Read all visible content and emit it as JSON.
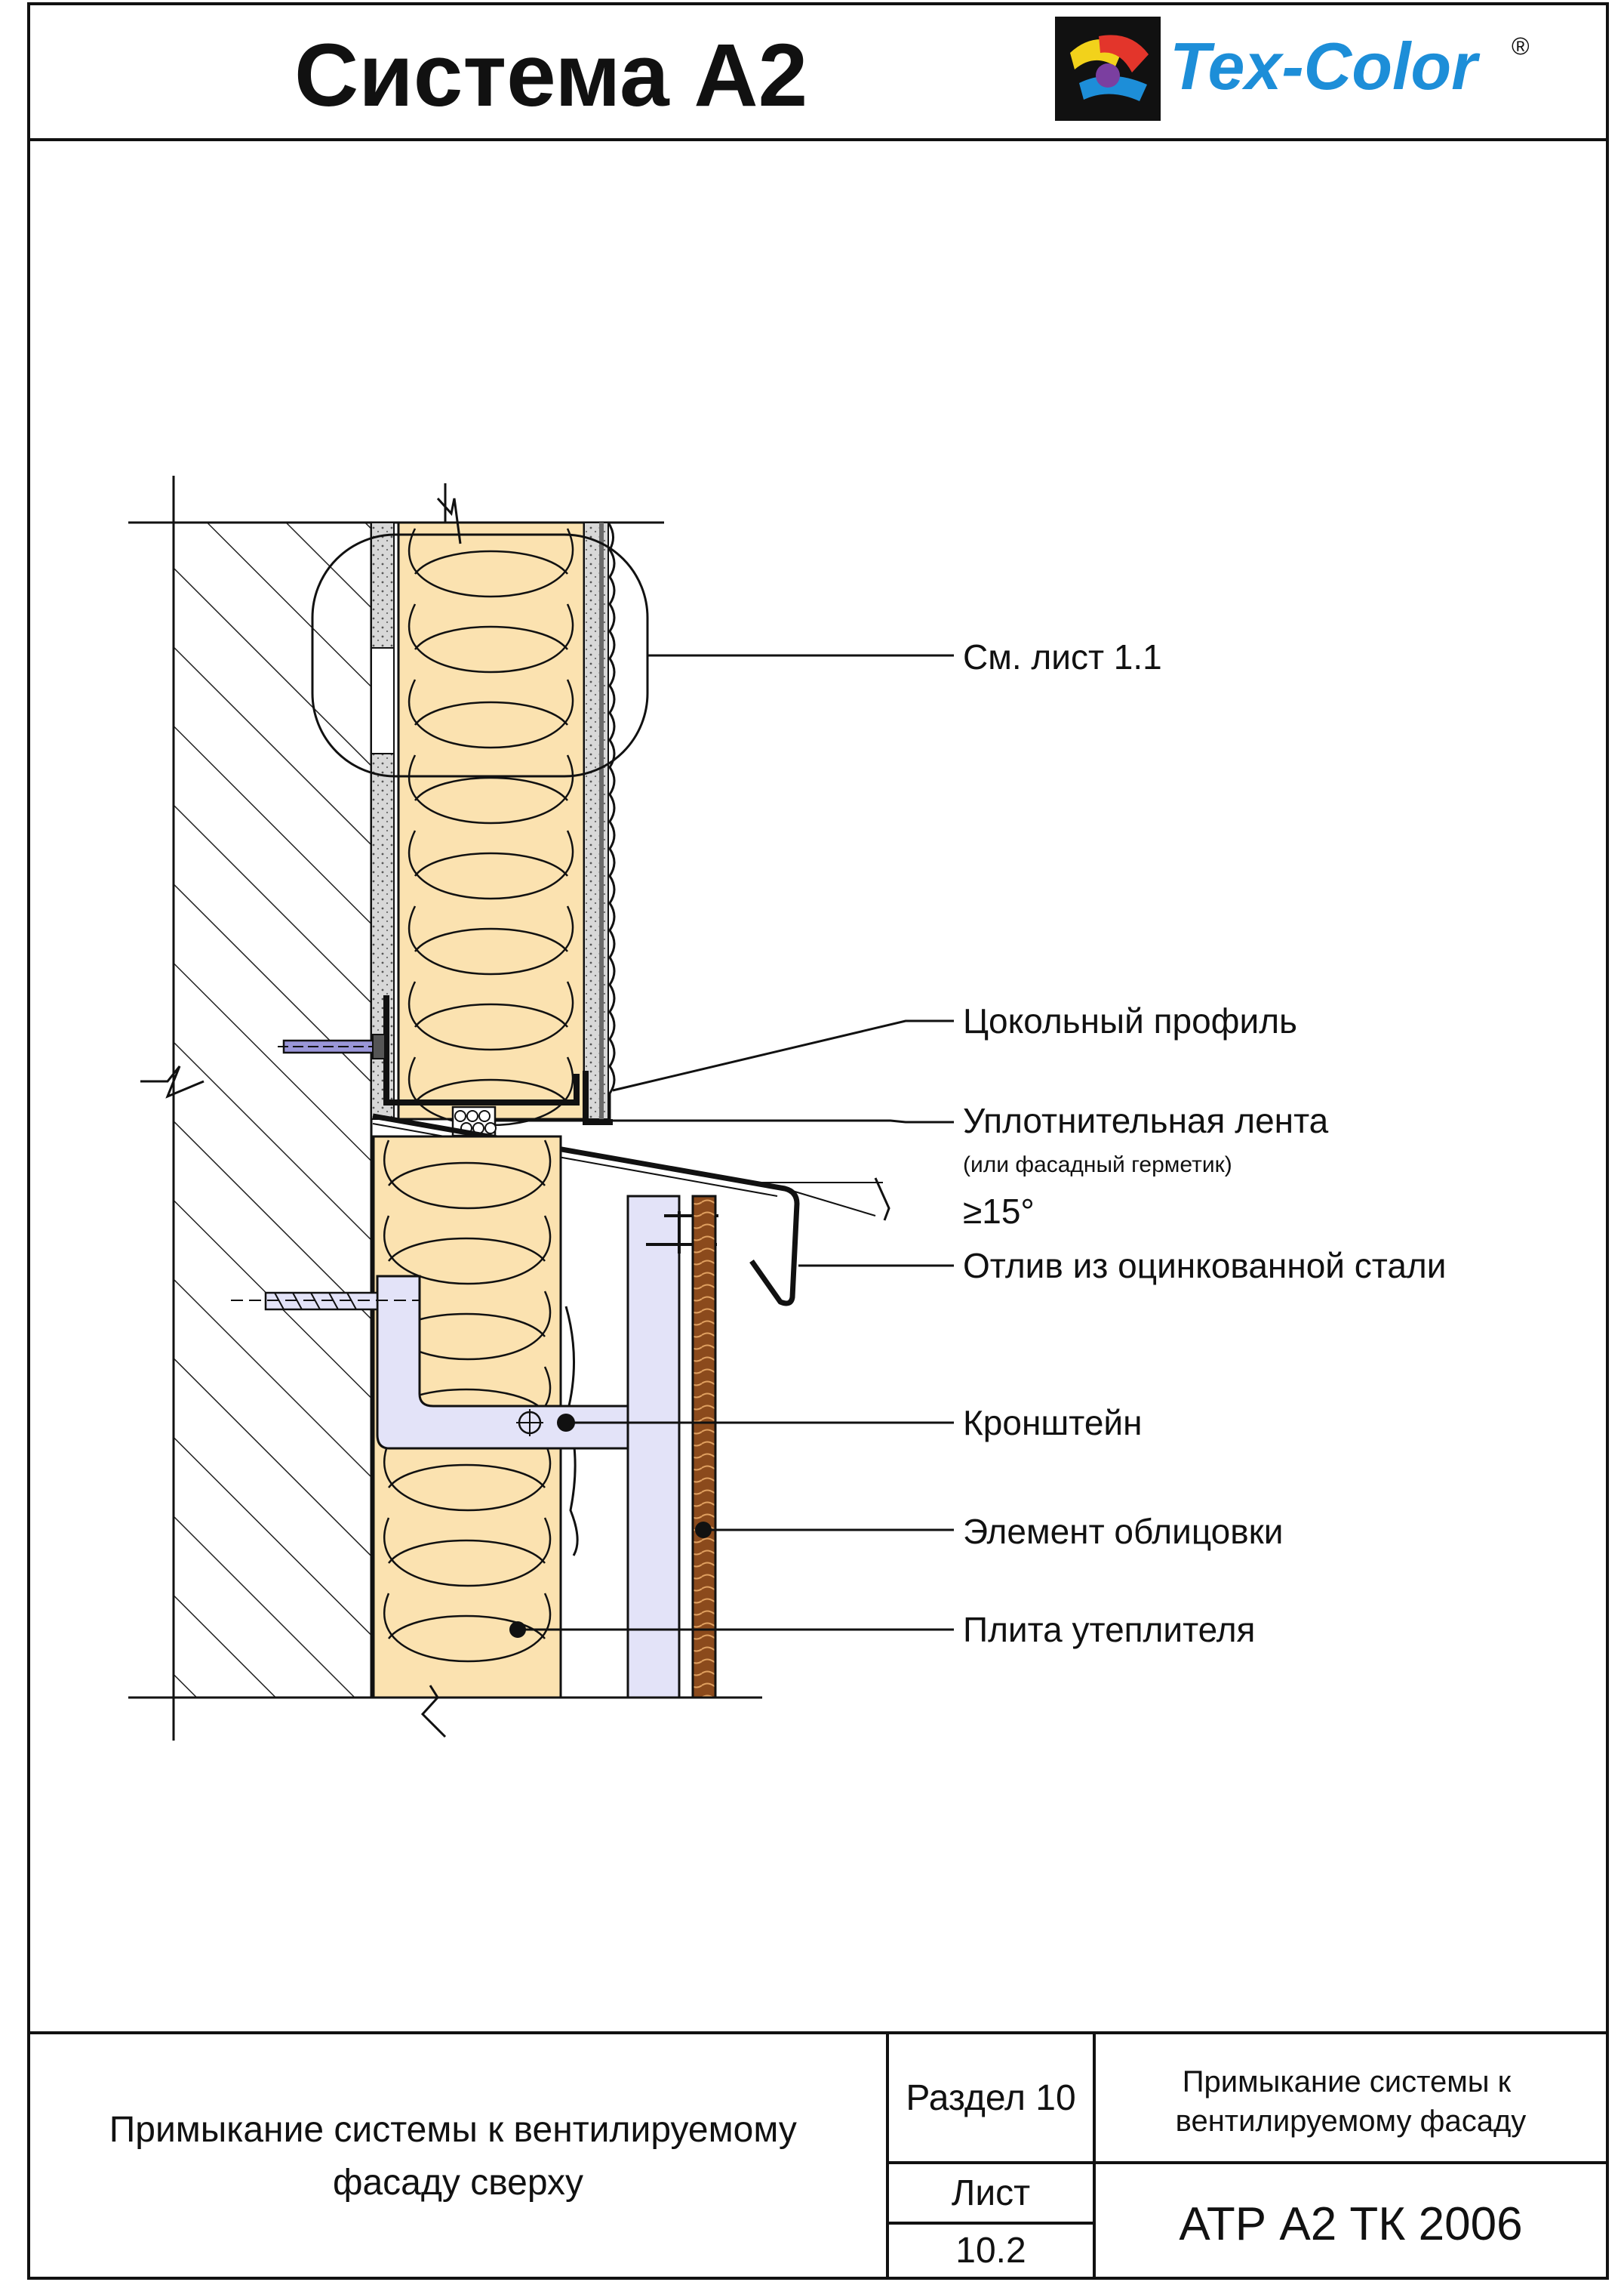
{
  "header": {
    "title": "Система А2",
    "brand": "Tex-Color",
    "registered": "®"
  },
  "callouts": [
    {
      "id": "see-sheet",
      "text": "См. лист 1.1"
    },
    {
      "id": "plinth-profile",
      "text": "Цокольный профиль"
    },
    {
      "id": "sealing-tape",
      "text": "Уплотнительная лента"
    },
    {
      "id": "sealing-tape-note",
      "text": "(или фасадный герметик)"
    },
    {
      "id": "slope",
      "text": "≥15°"
    },
    {
      "id": "drip",
      "text": "Отлив из оцинкованной стали"
    },
    {
      "id": "bracket",
      "text": "Кронштейн"
    },
    {
      "id": "cladding",
      "text": "Элемент облицовки"
    },
    {
      "id": "insulation",
      "text": "Плита утеплителя"
    }
  ],
  "title_block": {
    "description": "Примыкание системы к вентилируемому фасаду сверху",
    "section": "Раздел 10",
    "sheet_label": "Лист",
    "sheet_number": "10.2",
    "short_title": "Примыкание системы к вентилируемому фасаду",
    "code": "АТР А2 ТК 2006"
  },
  "colors": {
    "insulation_fill": "#fbe2b0",
    "concrete_fill": "#dcdcdc",
    "subframe_fill": "#e3e3f8",
    "cladding_fill": "#8b4a1c",
    "brand_blue": "#1d8ed8"
  }
}
